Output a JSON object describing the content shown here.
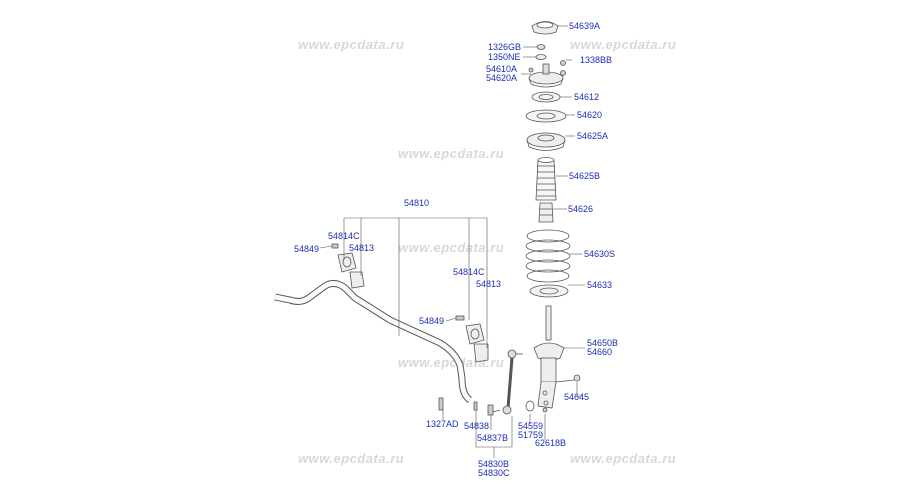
{
  "watermark": "www.epcdata.ru",
  "colors": {
    "label": "#1b2fb5",
    "line": "#555555",
    "watermark": "#d8d8d8"
  },
  "parts": {
    "p54639A": "54639A",
    "p1326GB": "1326GB",
    "p1350NE": "1350NE",
    "p1338BB": "1338BB",
    "p54610A": "54610A",
    "p54620A": "54620A",
    "p54612": "54612",
    "p54620": "54620",
    "p54625A": "54625A",
    "p54625B": "54625B",
    "p54626": "54626",
    "p54630S": "54630S",
    "p54633": "54633",
    "p54650B": "54650B",
    "p54660": "54660",
    "p54645": "54645",
    "p54559": "54559",
    "p51759": "51759",
    "p62618B": "62618B",
    "p54810": "54810",
    "p54814C_left": "54814C",
    "p54813_left": "54813",
    "p54849_left": "54849",
    "p54814C_right": "54814C",
    "p54813_right": "54813",
    "p54849_right": "54849",
    "p1327AD": "1327AD",
    "p54838": "54838",
    "p54837B": "54837B",
    "p54830B": "54830B",
    "p54830C": "54830C"
  }
}
